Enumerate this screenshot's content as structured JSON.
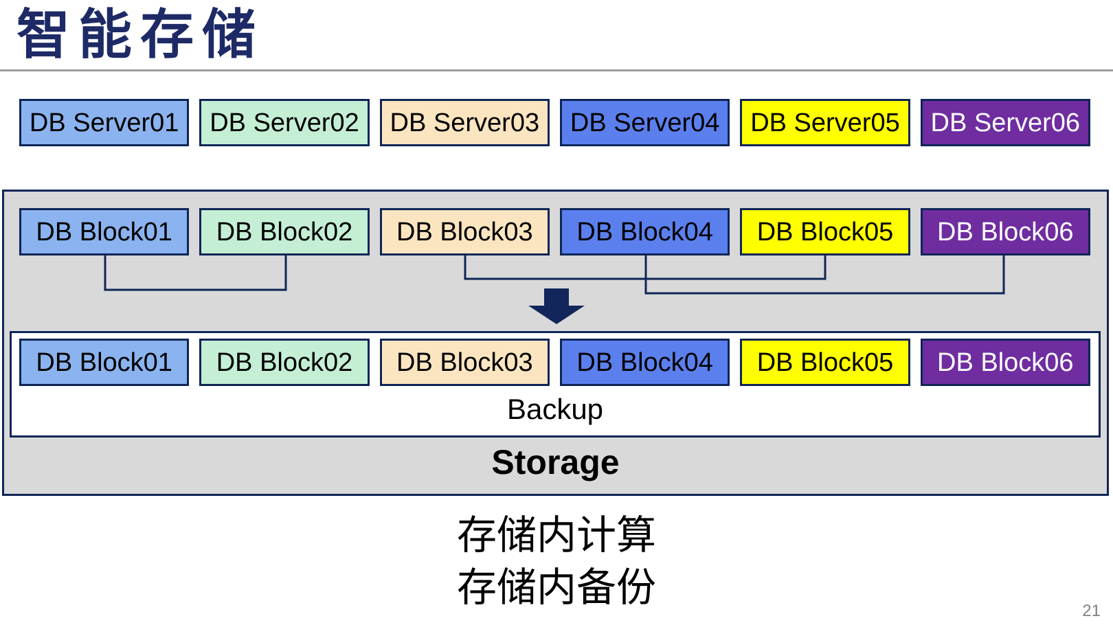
{
  "slide": {
    "title": "智能存储",
    "caption_line1": "存储内计算",
    "caption_line2": "存储内备份",
    "page_number": "21"
  },
  "accents": {
    "navy": "#0F2557",
    "title_color": "#1E2A66",
    "gray_fill": "#D9D9D9",
    "rule_gray": "#9E9E9E",
    "page_number_gray": "#808080",
    "arrow_fill": "#12265C"
  },
  "palette": [
    {
      "name": "light-blue",
      "fill": "#8AB3EF",
      "text": "#000000"
    },
    {
      "name": "mint-green",
      "fill": "#C4EFD4",
      "text": "#000000"
    },
    {
      "name": "wheat",
      "fill": "#FBE5C0",
      "text": "#000000"
    },
    {
      "name": "medium-blue",
      "fill": "#5B80EE",
      "text": "#000000"
    },
    {
      "name": "yellow",
      "fill": "#FFFF00",
      "text": "#000000"
    },
    {
      "name": "purple",
      "fill": "#6F2DA0",
      "text": "#FFFFFF"
    }
  ],
  "server_row": {
    "items": [
      {
        "label": "DB Server01",
        "color": 0
      },
      {
        "label": "DB Server02",
        "color": 1
      },
      {
        "label": "DB Server03",
        "color": 2
      },
      {
        "label": "DB Server04",
        "color": 3
      },
      {
        "label": "DB Server05",
        "color": 4
      },
      {
        "label": "DB Server06",
        "color": 5
      }
    ]
  },
  "storage_box": {
    "storage_label": "Storage",
    "backup_label": "Backup",
    "top_blocks": [
      {
        "label": "DB Block01",
        "color": 0
      },
      {
        "label": "DB Block02",
        "color": 1
      },
      {
        "label": "DB Block03",
        "color": 2
      },
      {
        "label": "DB Block04",
        "color": 3
      },
      {
        "label": "DB Block05",
        "color": 4
      },
      {
        "label": "DB Block06",
        "color": 5
      }
    ],
    "bottom_blocks": [
      {
        "label": "DB Block01",
        "color": 0
      },
      {
        "label": "DB Block02",
        "color": 1
      },
      {
        "label": "DB Block03",
        "color": 2
      },
      {
        "label": "DB Block04",
        "color": 3
      },
      {
        "label": "DB Block05",
        "color": 4
      },
      {
        "label": "DB Block06",
        "color": 5
      }
    ]
  }
}
